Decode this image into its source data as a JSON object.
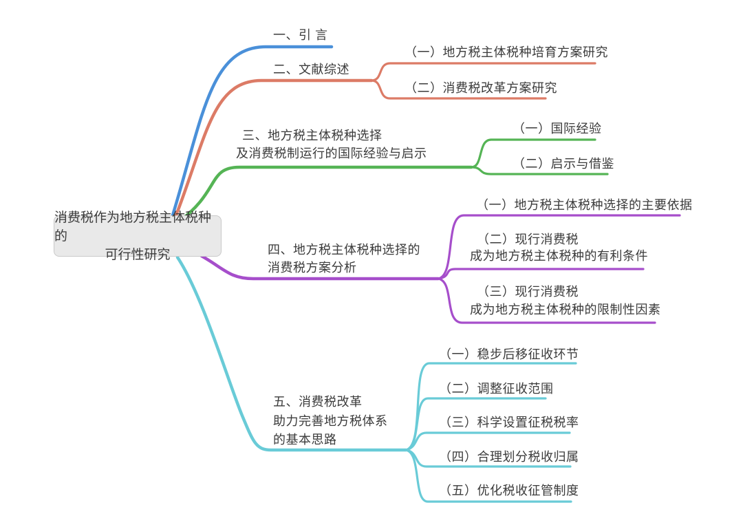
{
  "root": {
    "lines": [
      "消费税作为地方税主体税种的",
      "可行性研究"
    ]
  },
  "branches": [
    {
      "lines": [
        "一、引 言"
      ],
      "color": "#4A90D9",
      "children": []
    },
    {
      "lines": [
        "二、文献综述"
      ],
      "color": "#DC7B66",
      "children": [
        {
          "lines": [
            "（一）地方税主体税种培育方案研究"
          ]
        },
        {
          "lines": [
            "（二）消费税改革方案研究"
          ]
        }
      ]
    },
    {
      "lines": [
        "三、地方税主体税种选择",
        "及消费税制运行的国际经验与启示"
      ],
      "color": "#55B455",
      "children": [
        {
          "lines": [
            "（一）国际经验"
          ]
        },
        {
          "lines": [
            "（二）启示与借鉴"
          ]
        }
      ]
    },
    {
      "lines": [
        "四、地方税主体税种选择的",
        "消费税方案分析"
      ],
      "color": "#A64ECB",
      "children": [
        {
          "lines": [
            "（一）地方税主体税种选择的主要依据"
          ]
        },
        {
          "lines": [
            "（二）现行消费税",
            "成为地方税主体税种的有利条件"
          ]
        },
        {
          "lines": [
            "（三）现行消费税",
            "成为地方税主体税种的限制性因素"
          ]
        }
      ]
    },
    {
      "lines": [
        "五、消费税改革",
        "助力完善地方税体系",
        "的基本思路"
      ],
      "color": "#69CBD7",
      "children": [
        {
          "lines": [
            "（一）稳步后移征收环节"
          ]
        },
        {
          "lines": [
            "（二）调整征收范围"
          ]
        },
        {
          "lines": [
            "（三）科学设置征税税率"
          ]
        },
        {
          "lines": [
            "（四）合理划分税收归属"
          ]
        },
        {
          "lines": [
            "（五）优化税收征管制度"
          ]
        }
      ]
    }
  ],
  "colors": {
    "root_bg": "#E9E9E9",
    "root_border": "#C9C9C9",
    "text": "#3B3B3B",
    "branch1_blue": "#4A90D9",
    "branch2_salmon": "#DC7B66",
    "branch3_green": "#55B455",
    "branch4_purple": "#A64ECB",
    "branch5_cyan": "#69CBD7"
  }
}
